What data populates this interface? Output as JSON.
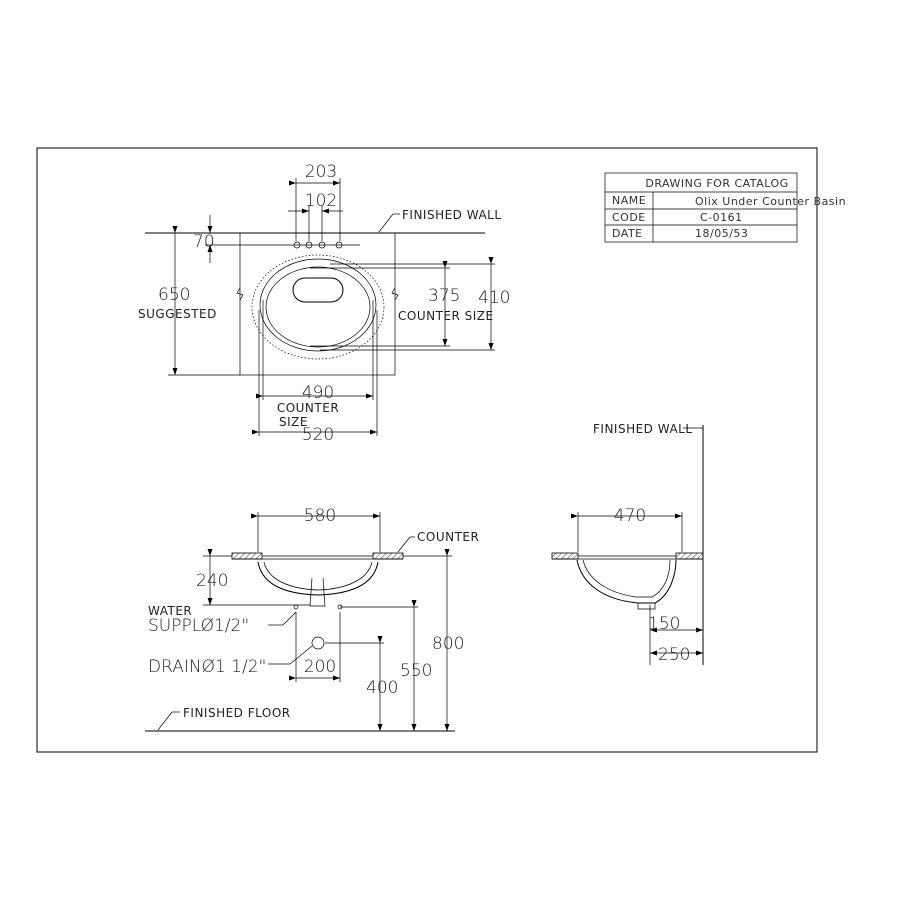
{
  "title_block": {
    "heading": "DRAWING FOR CATALOG",
    "rows": [
      {
        "key": "NAME",
        "value": "Olix Under Counter Basin"
      },
      {
        "key": "CODE",
        "value": "C-0161"
      },
      {
        "key": "DATE",
        "value": "18/05/53"
      }
    ]
  },
  "plan_view": {
    "dim_203": "203",
    "dim_102": "102",
    "dim_70": "70",
    "dim_650": "650",
    "suggested": "SUGGESTED",
    "finished_wall": "FINISHED WALL",
    "dim_375": "375",
    "dim_410": "410",
    "counter_size_right": "COUNTER SIZE",
    "dim_490": "490",
    "counter_label": "COUNTER",
    "size_label": "SIZE",
    "dim_520": "520"
  },
  "front_view": {
    "dim_580": "580",
    "counter": "COUNTER",
    "dim_240": "240",
    "water_supply_line1": "WATER",
    "water_supply_line2": "SUPPLØ1/2\"",
    "drain": "DRAINØ1 1/2\"",
    "dim_200": "200",
    "dim_400": "400",
    "dim_550": "550",
    "dim_800": "800",
    "finished_floor": "FINISHED FLOOR"
  },
  "side_view": {
    "finished_wall": "FINISHED WALL",
    "dim_470": "470",
    "dim_150": "150",
    "dim_250": "250"
  }
}
